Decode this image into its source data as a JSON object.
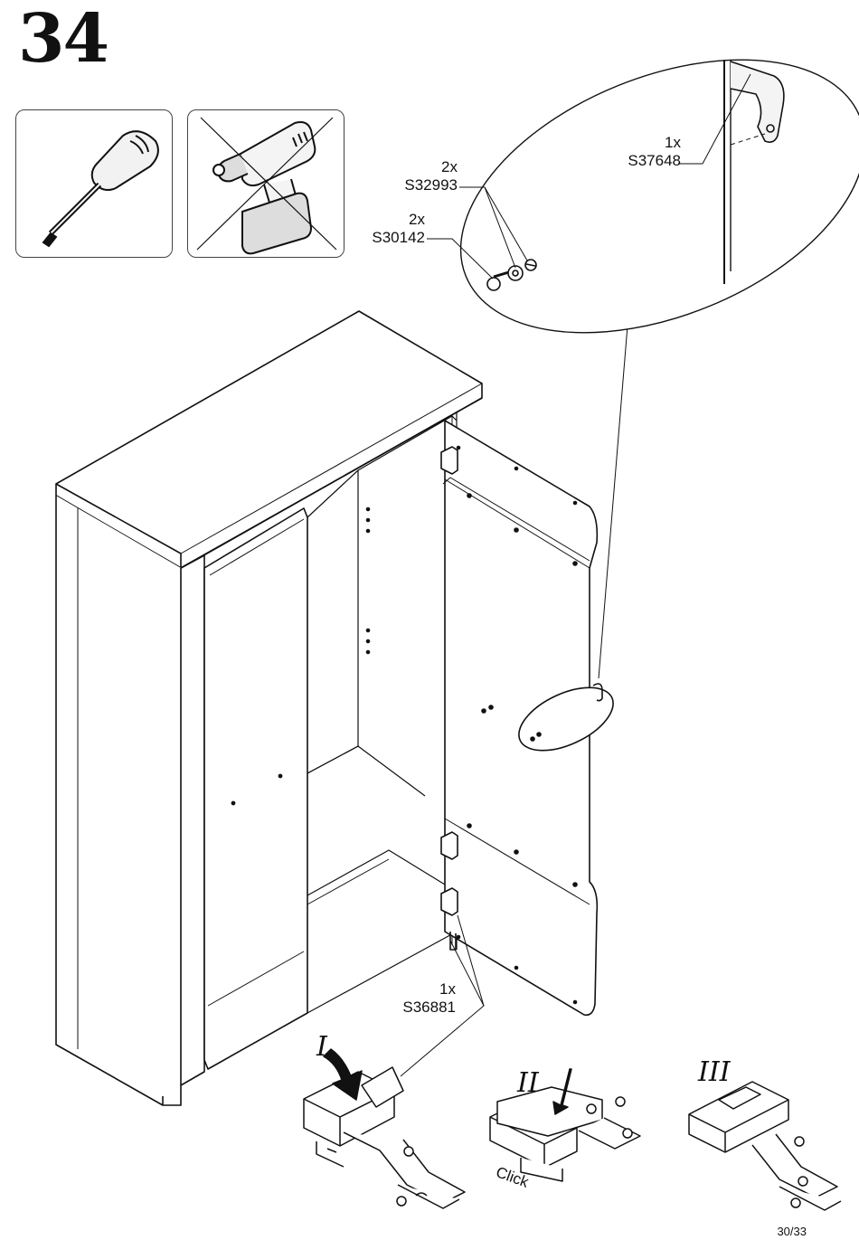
{
  "step": {
    "number": "34"
  },
  "tools": [
    {
      "name": "screwdriver",
      "allowed": true
    },
    {
      "name": "cordless-drill",
      "allowed": false
    }
  ],
  "parts": {
    "s37648": {
      "qty": "1x",
      "code": "S37648"
    },
    "s32993": {
      "qty": "2x",
      "code": "S32993"
    },
    "s30142": {
      "qty": "2x",
      "code": "S30142"
    },
    "s36881": {
      "qty": "1x",
      "code": "S36881"
    }
  },
  "hinge_steps": {
    "one": "I",
    "two": "II",
    "three": "III",
    "click": "Click"
  },
  "page": {
    "number": "30/33"
  }
}
